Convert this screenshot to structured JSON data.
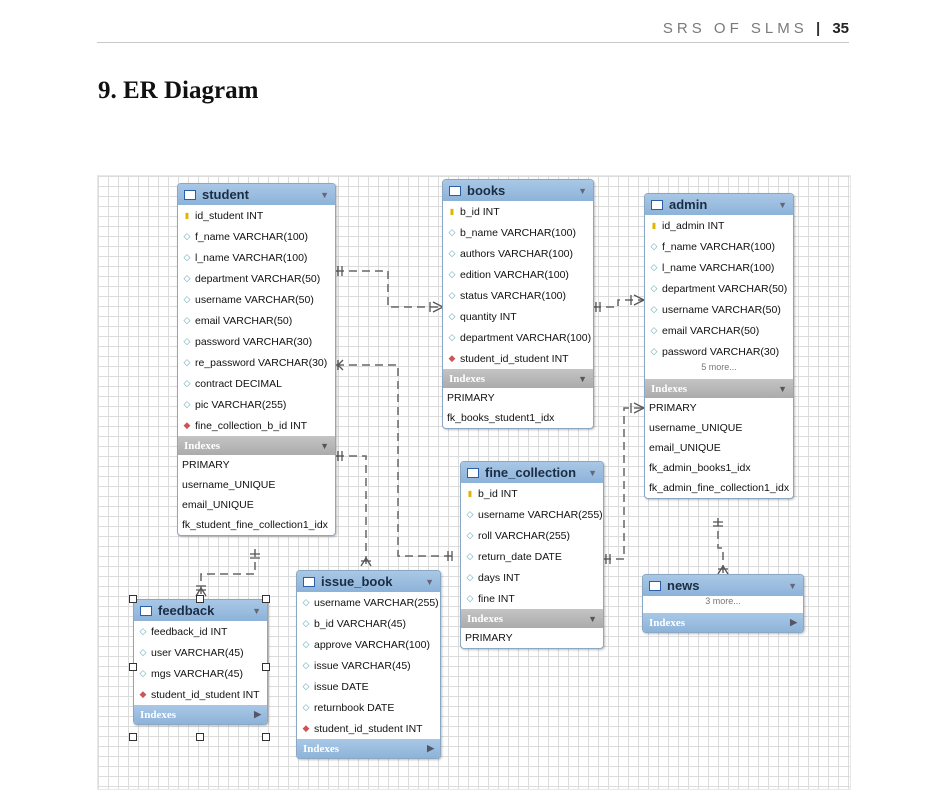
{
  "header": {
    "doc_label": "SRS OF SLMS",
    "page_number": "35"
  },
  "heading": "9. ER Diagram",
  "indexes_label": "Indexes",
  "entities": {
    "student": {
      "name": "student",
      "columns": [
        {
          "text": "id_student INT",
          "icon": "primary-key-icon"
        },
        {
          "text": "f_name VARCHAR(100)",
          "icon": "column-diamond-icon"
        },
        {
          "text": "l_name VARCHAR(100)",
          "icon": "column-diamond-icon"
        },
        {
          "text": "department VARCHAR(50)",
          "icon": "column-diamond-icon"
        },
        {
          "text": "username VARCHAR(50)",
          "icon": "column-diamond-icon"
        },
        {
          "text": "email VARCHAR(50)",
          "icon": "column-diamond-icon"
        },
        {
          "text": "password VARCHAR(30)",
          "icon": "column-diamond-icon"
        },
        {
          "text": "re_password VARCHAR(30)",
          "icon": "column-diamond-icon"
        },
        {
          "text": "contract DECIMAL",
          "icon": "column-diamond-icon"
        },
        {
          "text": "pic VARCHAR(255)",
          "icon": "column-diamond-icon"
        },
        {
          "text": "fine_collection_b_id INT",
          "icon": "foreign-key-icon"
        }
      ],
      "indexes": [
        "PRIMARY",
        "username_UNIQUE",
        "email_UNIQUE",
        "fk_student_fine_collection1_idx"
      ]
    },
    "books": {
      "name": "books",
      "columns": [
        {
          "text": "b_id INT",
          "icon": "primary-key-icon"
        },
        {
          "text": "b_name VARCHAR(100)",
          "icon": "column-diamond-icon"
        },
        {
          "text": "authors VARCHAR(100)",
          "icon": "column-diamond-icon"
        },
        {
          "text": "edition VARCHAR(100)",
          "icon": "column-diamond-icon"
        },
        {
          "text": "status VARCHAR(100)",
          "icon": "column-diamond-icon"
        },
        {
          "text": "quantity INT",
          "icon": "column-diamond-icon"
        },
        {
          "text": "department VARCHAR(100)",
          "icon": "column-diamond-icon"
        },
        {
          "text": "student_id_student INT",
          "icon": "foreign-key-icon"
        }
      ],
      "indexes": [
        "PRIMARY",
        "fk_books_student1_idx"
      ]
    },
    "admin": {
      "name": "admin",
      "columns": [
        {
          "text": "id_admin INT",
          "icon": "primary-key-icon"
        },
        {
          "text": "f_name VARCHAR(100)",
          "icon": "column-diamond-icon"
        },
        {
          "text": "l_name VARCHAR(100)",
          "icon": "column-diamond-icon"
        },
        {
          "text": "department VARCHAR(50)",
          "icon": "column-diamond-icon"
        },
        {
          "text": "username VARCHAR(50)",
          "icon": "column-diamond-icon"
        },
        {
          "text": "email VARCHAR(50)",
          "icon": "column-diamond-icon"
        },
        {
          "text": "password VARCHAR(30)",
          "icon": "column-diamond-icon"
        }
      ],
      "more": "5 more...",
      "indexes": [
        "PRIMARY",
        "username_UNIQUE",
        "email_UNIQUE",
        "fk_admin_books1_idx",
        "fk_admin_fine_collection1_idx"
      ]
    },
    "fine_collection": {
      "name": "fine_collection",
      "columns": [
        {
          "text": "b_id INT",
          "icon": "primary-key-icon"
        },
        {
          "text": "username VARCHAR(255)",
          "icon": "column-diamond-icon"
        },
        {
          "text": "roll VARCHAR(255)",
          "icon": "column-diamond-icon"
        },
        {
          "text": "return_date DATE",
          "icon": "column-diamond-icon"
        },
        {
          "text": "days INT",
          "icon": "column-diamond-icon"
        },
        {
          "text": "fine INT",
          "icon": "column-diamond-icon"
        }
      ],
      "indexes": [
        "PRIMARY"
      ]
    },
    "issue_book": {
      "name": "issue_book",
      "columns": [
        {
          "text": "username VARCHAR(255)",
          "icon": "column-diamond-icon"
        },
        {
          "text": "b_id VARCHAR(45)",
          "icon": "column-diamond-icon"
        },
        {
          "text": "approve VARCHAR(100)",
          "icon": "column-diamond-icon"
        },
        {
          "text": "issue VARCHAR(45)",
          "icon": "column-diamond-icon"
        },
        {
          "text": "issue DATE",
          "icon": "column-diamond-icon"
        },
        {
          "text": "returnbook DATE",
          "icon": "column-diamond-icon"
        },
        {
          "text": "student_id_student INT",
          "icon": "foreign-key-icon"
        }
      ]
    },
    "feedback": {
      "name": "feedback",
      "columns": [
        {
          "text": "feedback_id INT",
          "icon": "column-diamond-icon"
        },
        {
          "text": "user VARCHAR(45)",
          "icon": "column-diamond-icon"
        },
        {
          "text": "mgs VARCHAR(45)",
          "icon": "column-diamond-icon"
        },
        {
          "text": "student_id_student INT",
          "icon": "foreign-key-icon"
        }
      ]
    },
    "news": {
      "name": "news",
      "more": "3 more..."
    }
  }
}
